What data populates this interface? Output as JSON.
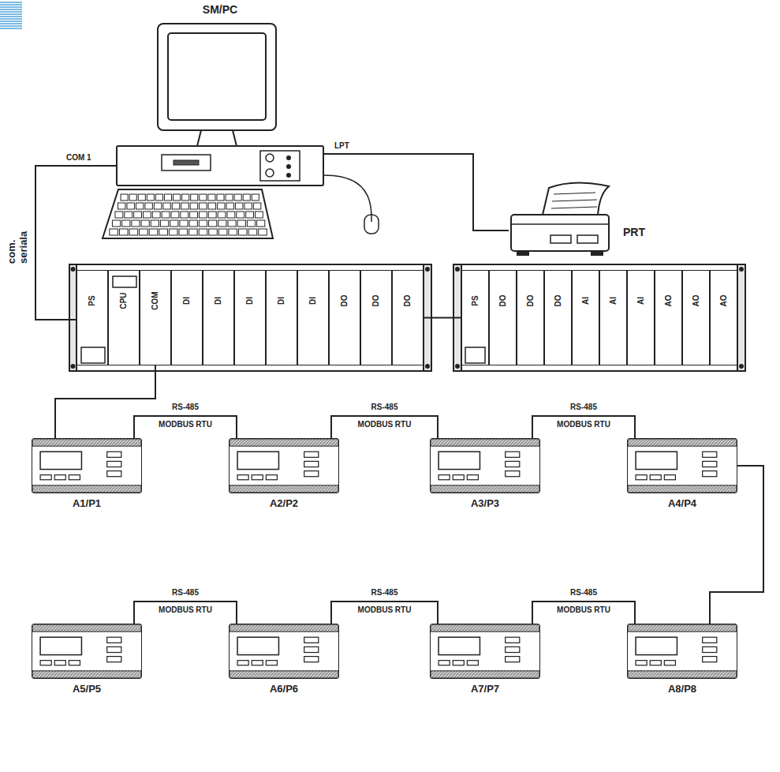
{
  "diagram": {
    "nodes": [
      {
        "text": [
          "SM/PC"
        ]
      },
      {
        "text": [
          "PRT"
        ]
      },
      {
        "text": [
          "PS"
        ]
      },
      {
        "text": [
          "CPU"
        ]
      },
      {
        "text": [
          "COM"
        ]
      },
      {
        "text": [
          "DI"
        ]
      },
      {
        "text": [
          "DI"
        ]
      },
      {
        "text": [
          "DI"
        ]
      },
      {
        "text": [
          "DI"
        ]
      },
      {
        "text": [
          "DI"
        ]
      },
      {
        "text": [
          "DO"
        ]
      },
      {
        "text": [
          "DO"
        ]
      },
      {
        "text": [
          "DO"
        ]
      },
      {
        "text": [
          "PS"
        ]
      },
      {
        "text": [
          "DO"
        ]
      },
      {
        "text": [
          "DO"
        ]
      },
      {
        "text": [
          "DO"
        ]
      },
      {
        "text": [
          "AI"
        ]
      },
      {
        "text": [
          "AI"
        ]
      },
      {
        "text": [
          "AI"
        ]
      },
      {
        "text": [
          "AO"
        ]
      },
      {
        "text": [
          "AO"
        ]
      },
      {
        "text": [
          "AO"
        ]
      },
      {
        "text": [
          "A1/P1"
        ]
      },
      {
        "text": [
          "A2/P2"
        ]
      },
      {
        "text": [
          "A3/P3"
        ]
      },
      {
        "text": [
          "A4/P4"
        ]
      },
      {
        "text": [
          "A5/P5"
        ]
      },
      {
        "text": [
          "A6/P6"
        ]
      },
      {
        "text": [
          "A7/P7"
        ]
      },
      {
        "text": [
          "A8/P8"
        ]
      }
    ],
    "edges": [
      {
        "from": 0,
        "to": 2,
        "arrow": "none",
        "label": "com. seriala"
      },
      {
        "from": 0,
        "to": 1,
        "arrow": "none",
        "label": "LPT"
      },
      {
        "from": 12,
        "to": 13,
        "arrow": "none"
      },
      {
        "from": 4,
        "to": 23,
        "arrow": "none"
      },
      {
        "from": 23,
        "to": 24,
        "arrow": "none",
        "label": "RS-485 MODBUS RTU"
      },
      {
        "from": 24,
        "to": 25,
        "arrow": "none",
        "label": "RS-485 MODBUS RTU"
      },
      {
        "from": 25,
        "to": 26,
        "arrow": "none",
        "label": "RS-485 MODBUS RTU"
      },
      {
        "from": 26,
        "to": 30,
        "arrow": "none"
      },
      {
        "from": 30,
        "to": 29,
        "arrow": "none",
        "label": "RS-485 MODBUS RTU"
      },
      {
        "from": 29,
        "to": 28,
        "arrow": "none",
        "label": "RS-485 MODBUS RTU"
      },
      {
        "from": 28,
        "to": 27,
        "arrow": "none",
        "label": "RS-485 MODBUS RTU"
      }
    ],
    "labels": [
      "COM 1"
    ]
  }
}
